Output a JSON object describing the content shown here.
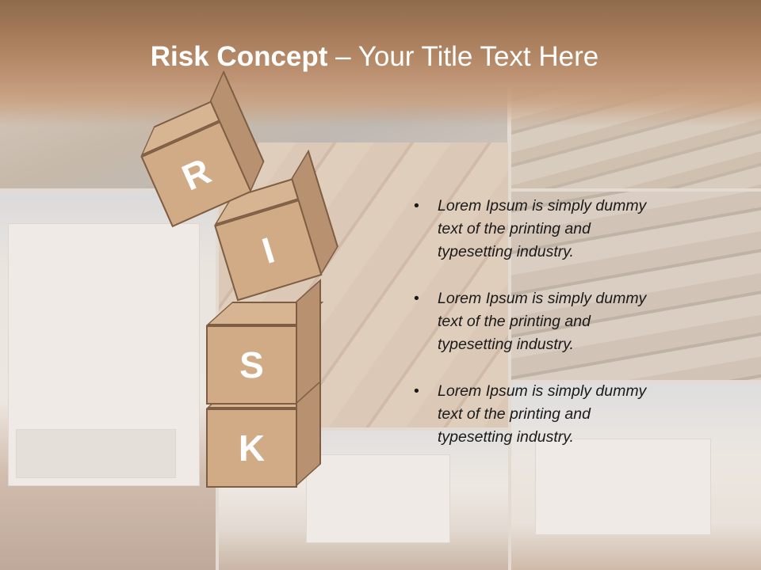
{
  "title": {
    "bold": "Risk Concept",
    "rest": " – Your Title Text Here"
  },
  "blocks": [
    "R",
    "I",
    "S",
    "K"
  ],
  "bullets": [
    "Lorem Ipsum is simply dummy text of the printing and typesetting industry.",
    "Lorem Ipsum is simply dummy text of the printing and typesetting industry.",
    "Lorem Ipsum is simply dummy text of the printing and typesetting industry."
  ],
  "colors": {
    "header": "#a87d5b",
    "block_face": "#d1aa86",
    "block_border": "#7d5e44",
    "title_text": "#ffffff"
  }
}
